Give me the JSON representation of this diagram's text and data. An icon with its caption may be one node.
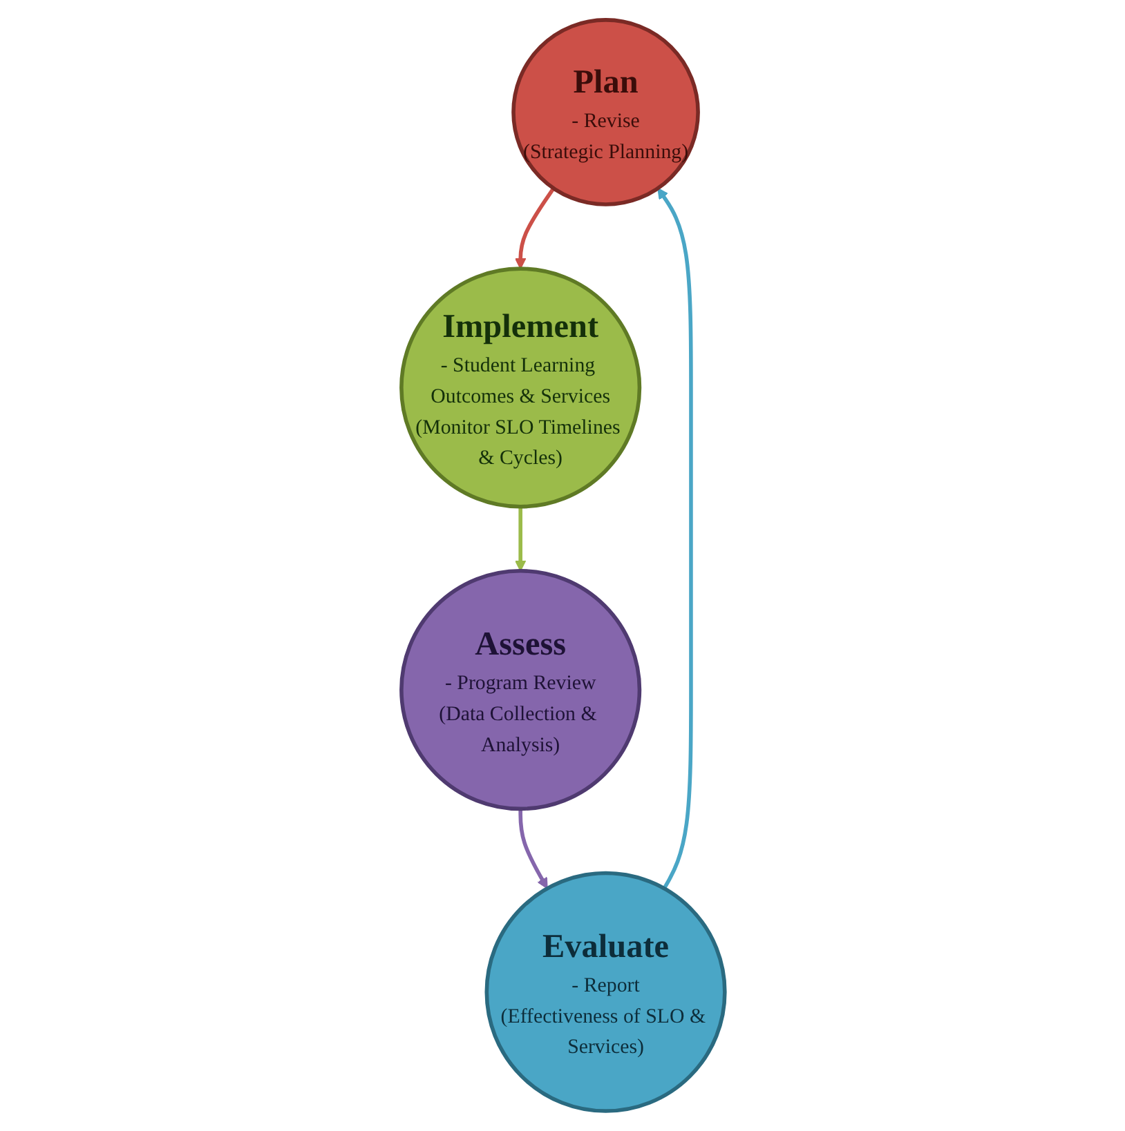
{
  "diagram": {
    "nodes": [
      {
        "text": [
          "Plan",
          "- Revise",
          "(Strategic Planning)"
        ]
      },
      {
        "text": [
          "Implement",
          "- Student Learning Outcomes & Services",
          "(Monitor SLO Timelines & Cycles)"
        ]
      },
      {
        "text": [
          "Assess",
          "- Program Review",
          "(Data Collection & Analysis)"
        ]
      },
      {
        "text": [
          "Evaluate",
          "- Report",
          "(Effectiveness of SLO & Services)"
        ]
      }
    ],
    "edges": [
      {
        "from": 0,
        "to": 1,
        "arrow": "to",
        "color": "#cc5048"
      },
      {
        "from": 1,
        "to": 2,
        "arrow": "to",
        "color": "#9bbb4a"
      },
      {
        "from": 2,
        "to": 3,
        "arrow": "to",
        "color": "#8566ac"
      },
      {
        "from": 3,
        "to": 0,
        "arrow": "to",
        "color": "#4aa6c6"
      }
    ]
  }
}
